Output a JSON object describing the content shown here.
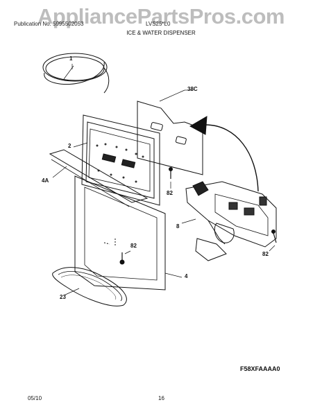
{
  "watermark": "AppliancePartsPros.com",
  "header": {
    "publication": "Publication No. 5995502053",
    "model": "LVS25*L0",
    "section_title": "ICE & WATER DISPENSER"
  },
  "callouts": {
    "c1": "1",
    "c38c": "38C",
    "c2": "2",
    "c4a": "4A",
    "c82a": "82",
    "c8": "8",
    "c82b": "82",
    "c82c": "82",
    "c4": "4",
    "c23": "23"
  },
  "diagram_code": "F58XFAAAA0",
  "footer": {
    "date": "05/10",
    "page": "16"
  }
}
